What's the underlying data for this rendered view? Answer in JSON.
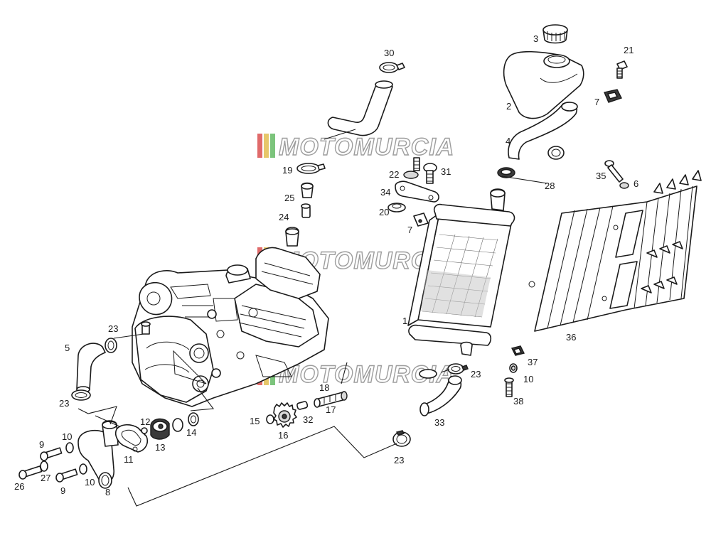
{
  "watermark": {
    "text": "MOTOMURCIA",
    "stripe_colors": [
      "#e06a6a",
      "#e7c76a",
      "#7cc47c"
    ]
  },
  "callouts": [
    {
      "id": "c1",
      "label": "30"
    },
    {
      "id": "c2",
      "label": "3"
    },
    {
      "id": "c3",
      "label": "21"
    },
    {
      "id": "c4",
      "label": "7"
    },
    {
      "id": "c5",
      "label": "2"
    },
    {
      "id": "c6",
      "label": "4"
    },
    {
      "id": "c7",
      "label": "19"
    },
    {
      "id": "c8",
      "label": "22"
    },
    {
      "id": "c9",
      "label": "31"
    },
    {
      "id": "c10",
      "label": "28"
    },
    {
      "id": "c11",
      "label": "35"
    },
    {
      "id": "c12",
      "label": "6"
    },
    {
      "id": "c13",
      "label": "25"
    },
    {
      "id": "c14",
      "label": "34"
    },
    {
      "id": "c15",
      "label": "24"
    },
    {
      "id": "c16",
      "label": "20"
    },
    {
      "id": "c17",
      "label": "7"
    },
    {
      "id": "c18",
      "label": "1"
    },
    {
      "id": "c19",
      "label": "36"
    },
    {
      "id": "c20",
      "label": "23"
    },
    {
      "id": "c21",
      "label": "5"
    },
    {
      "id": "c22",
      "label": "37"
    },
    {
      "id": "c23",
      "label": "23"
    },
    {
      "id": "c24",
      "label": "10"
    },
    {
      "id": "c25",
      "label": "23"
    },
    {
      "id": "c26",
      "label": "18"
    },
    {
      "id": "c27",
      "label": "17"
    },
    {
      "id": "c28",
      "label": "38"
    },
    {
      "id": "c29",
      "label": "15"
    },
    {
      "id": "c30",
      "label": "32"
    },
    {
      "id": "c31",
      "label": "33"
    },
    {
      "id": "c32",
      "label": "12"
    },
    {
      "id": "c33",
      "label": "14"
    },
    {
      "id": "c34",
      "label": "16"
    },
    {
      "id": "c35",
      "label": "9"
    },
    {
      "id": "c36",
      "label": "10"
    },
    {
      "id": "c37",
      "label": "13"
    },
    {
      "id": "c38",
      "label": "11"
    },
    {
      "id": "c39",
      "label": "23"
    },
    {
      "id": "c40",
      "label": "26"
    },
    {
      "id": "c41",
      "label": "27"
    },
    {
      "id": "c42",
      "label": "9"
    },
    {
      "id": "c43",
      "label": "10"
    },
    {
      "id": "c44",
      "label": "8"
    }
  ]
}
